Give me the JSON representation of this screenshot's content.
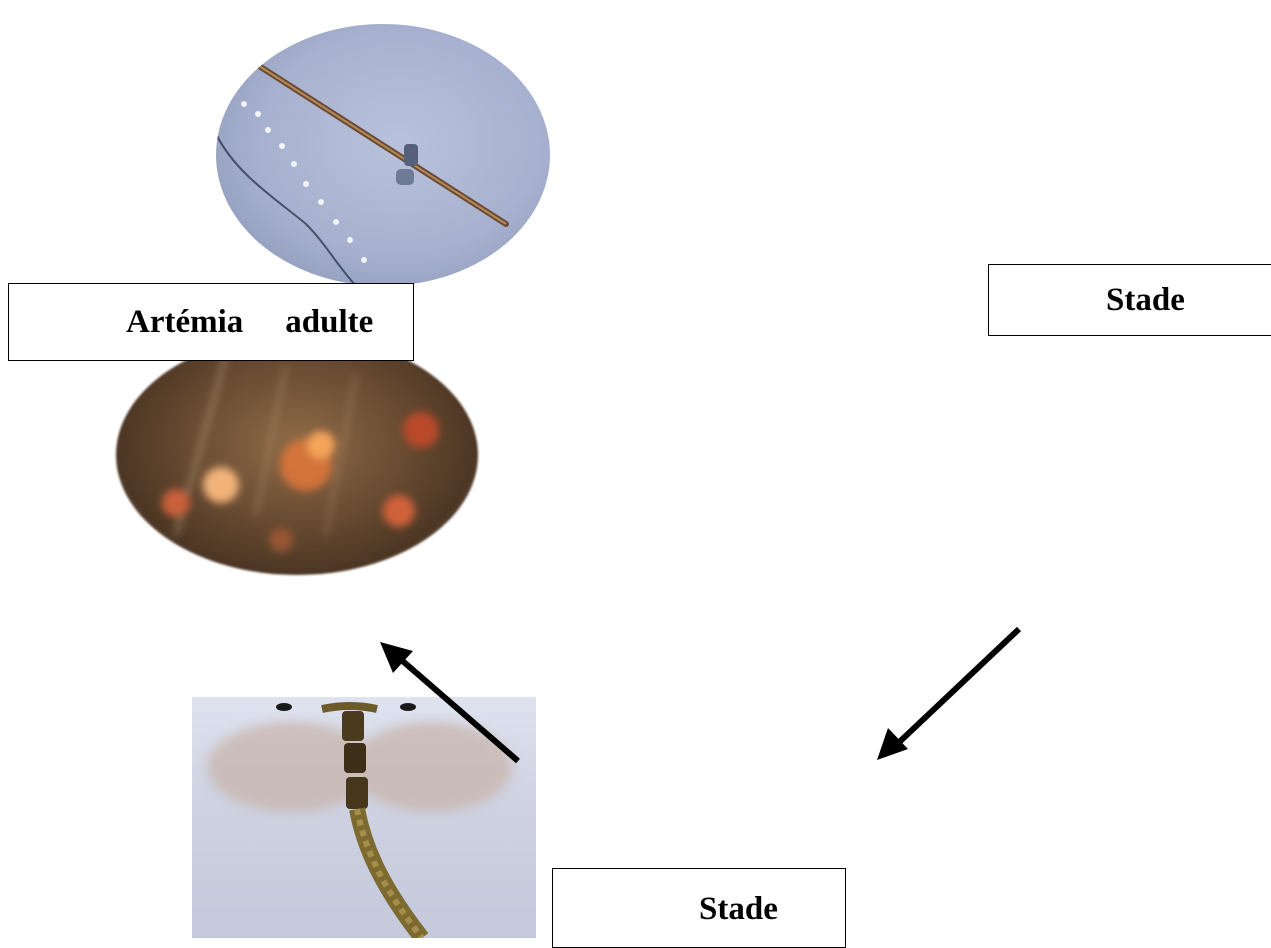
{
  "labels": {
    "adult_word1": "Artémia",
    "adult_word2": "adulte",
    "stade_top": "Stade",
    "stade_bottom": "Stade"
  },
  "photos": {
    "top": "artemia-adult-micrograph",
    "middle": "cyst-micrograph",
    "bottom": "nauplius-larva-photo"
  },
  "arrows": {
    "color": "#000000"
  }
}
